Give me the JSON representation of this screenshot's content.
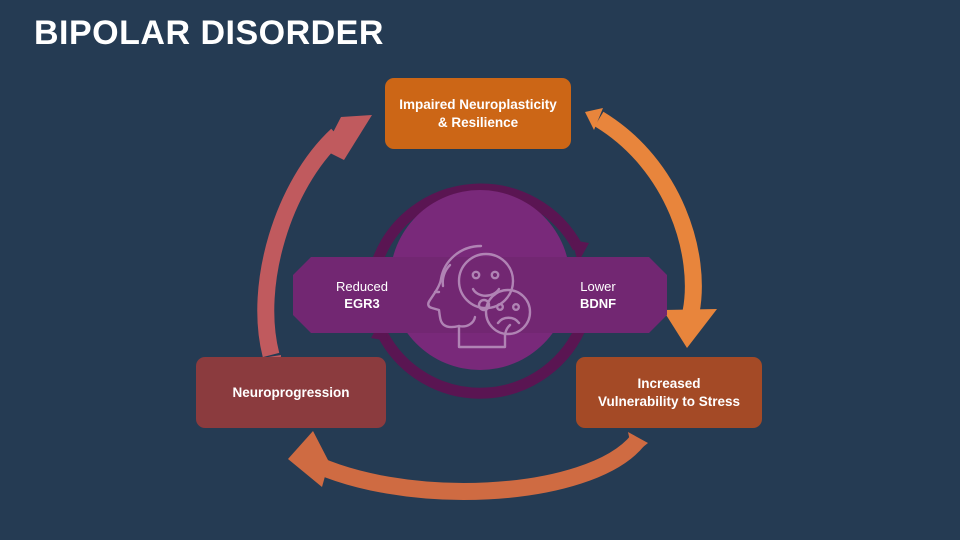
{
  "slide": {
    "title": "BIPOLAR DISORDER",
    "background_color": "#253b53",
    "title_color": "#ffffff"
  },
  "cycle": {
    "nodes": [
      {
        "id": "impaired-neuroplasticity",
        "line1": "Impaired Neuroplasticity",
        "line2": "& Resilience",
        "color": "#cc6616",
        "position": "top"
      },
      {
        "id": "increased-vulnerability",
        "line1": "Increased",
        "line2": "Vulnerability to Stress",
        "color": "#a44a26",
        "position": "right"
      },
      {
        "id": "neuroprogression",
        "line1": "Neuroprogression",
        "line2": "",
        "color": "#8b3b3e",
        "position": "left"
      }
    ],
    "arrows": [
      {
        "id": "arrow-top-to-right",
        "color": "#e8853c",
        "from": "impaired-neuroplasticity",
        "to": "increased-vulnerability"
      },
      {
        "id": "arrow-right-to-left",
        "color": "#cf6b42",
        "from": "increased-vulnerability",
        "to": "neuroprogression"
      },
      {
        "id": "arrow-left-to-top",
        "color": "#c05a5e",
        "from": "neuroprogression",
        "to": "impaired-neuroplasticity"
      }
    ]
  },
  "center": {
    "circle_color": "#79292b",
    "bar_color": "#722772",
    "ring_color": "#5a1552",
    "icon": "head-brain-emotions-icon",
    "left_marker": {
      "line1": "Reduced",
      "line2": "EGR3"
    },
    "right_marker": {
      "line1": "Lower",
      "line2": "BDNF"
    }
  }
}
